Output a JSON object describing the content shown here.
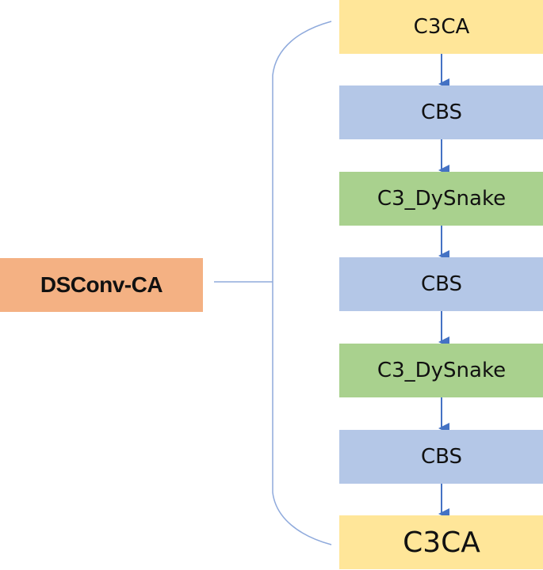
{
  "diagram": {
    "main_block": {
      "label": "DSConv-CA",
      "color": "#F4B183"
    },
    "stack": [
      {
        "label": "C3CA",
        "kind": "c3ca",
        "color": "#FFE699"
      },
      {
        "label": "CBS",
        "kind": "cbs",
        "color": "#B4C7E7"
      },
      {
        "label": "C3_DySnake",
        "kind": "dysnake",
        "color": "#A9D18E"
      },
      {
        "label": "CBS",
        "kind": "cbs",
        "color": "#B4C7E7"
      },
      {
        "label": "C3_DySnake",
        "kind": "dysnake",
        "color": "#A9D18E"
      },
      {
        "label": "CBS",
        "kind": "cbs",
        "color": "#B4C7E7"
      },
      {
        "label": "C3CA",
        "kind": "c3ca",
        "color": "#FFE699"
      }
    ],
    "connector_color": "#8FAADC",
    "arrow_color": "#4472C4"
  }
}
